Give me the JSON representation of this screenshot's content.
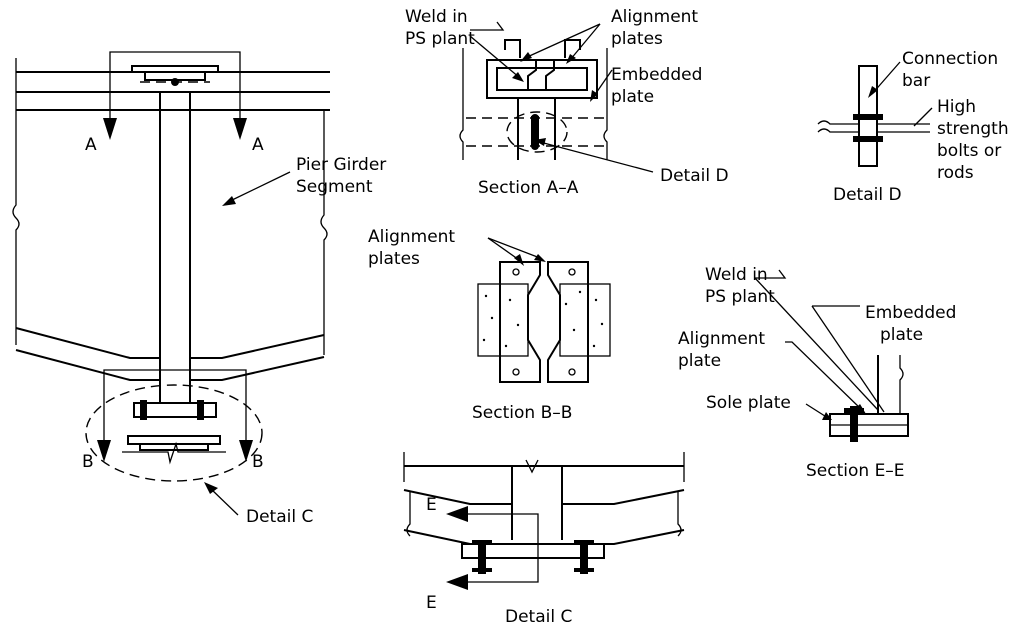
{
  "labels": {
    "section_a_left": "A",
    "section_a_right": "A",
    "pier_girder_line1": "Pier Girder",
    "pier_girder_line2": "Segment",
    "section_b_left": "B",
    "section_b_right": "B",
    "detail_c_callout": "Detail C",
    "weld_a_line1": "Weld in",
    "weld_a_line2": "PS plant",
    "alignment_a_line1": "Alignment",
    "alignment_a_line2": "plates",
    "embedded_a_line1": "Embedded",
    "embedded_a_line2": "plate",
    "detail_d_callout": "Detail D",
    "section_aa_title": "Section A–A",
    "connection_line1": "Connection",
    "connection_line2": "bar",
    "high_line1": "High",
    "high_line2": "strength",
    "high_line3": "bolts or",
    "high_line4": "rods",
    "detail_d_title": "Detail D",
    "alignment_b_line1": "Alignment",
    "alignment_b_line2": "plates",
    "section_bb_title": "Section B–B",
    "weld_e_line1": "Weld in",
    "weld_e_line2": "PS plant",
    "embedded_e_line1": "Embedded",
    "embedded_e_line2": "plate",
    "alignment_e_line1": "Alignment",
    "alignment_e_line2": "plate",
    "sole_plate": "Sole plate",
    "section_ee_title": "Section E–E",
    "section_e_top": "E",
    "section_e_bottom": "E",
    "detail_c_title": "Detail C"
  }
}
